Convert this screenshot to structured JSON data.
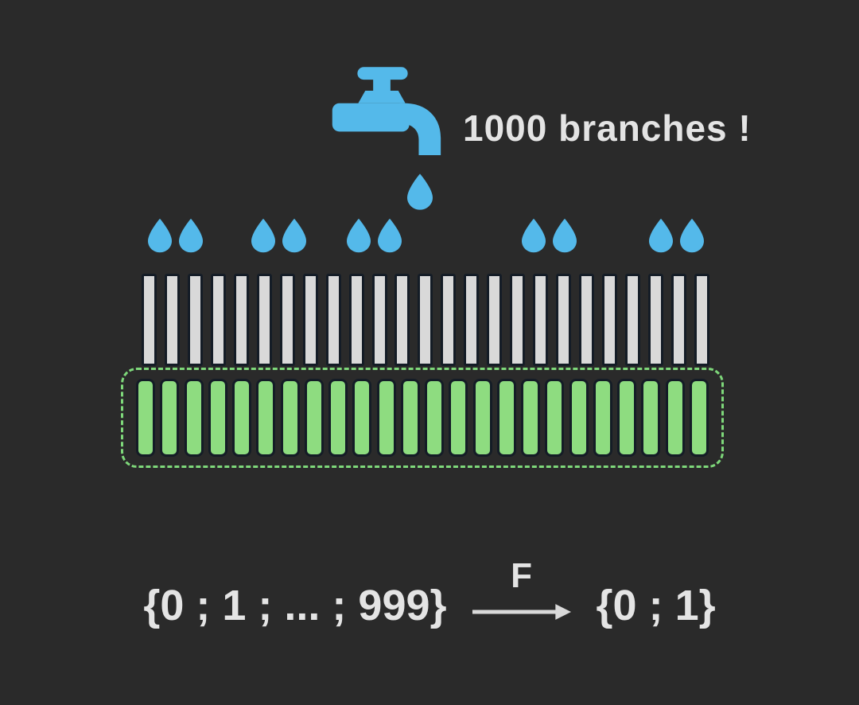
{
  "scene": {
    "background": "#2a2a2a",
    "accent_blue": "#54b9ea",
    "bar_gray": "#d9d9d9",
    "cell_green": "#8edc80",
    "green_border": "#7ed87a",
    "outline_dark": "#141c26",
    "text_color": "#e4e4e4"
  },
  "header": {
    "branches_label": "1000 branches !",
    "faucet_icon": "faucet-icon",
    "drop_icon": "water-drop-icon"
  },
  "diagram": {
    "drop_pair_count": 5,
    "gray_bar_count": 25,
    "green_cell_count": 24
  },
  "equation": {
    "domain": "{0 ; 1 ; ... ; 999}",
    "function_label": "F",
    "codomain": "{0 ; 1}"
  }
}
